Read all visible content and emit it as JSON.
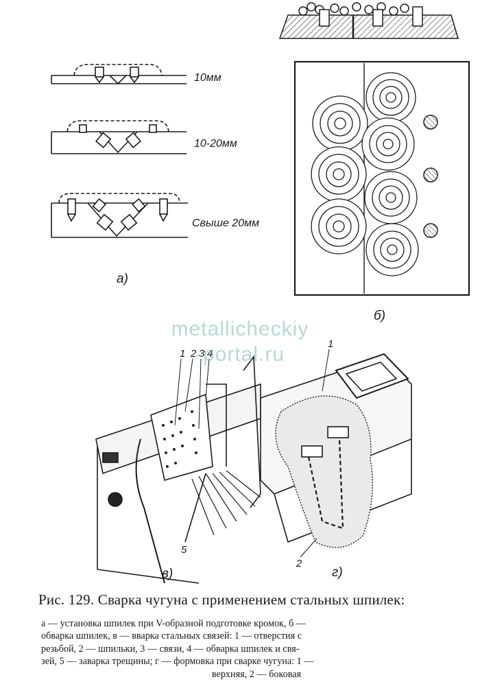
{
  "figure": {
    "thickness_labels": [
      "10мм",
      "10-20мм",
      "Свыше 20мм"
    ],
    "panel_labels": {
      "a": "а)",
      "b": "б)",
      "c": "в)",
      "d": "г)"
    },
    "callouts_c": [
      "1",
      "2",
      "3",
      "4",
      "5"
    ],
    "callouts_d": [
      "1",
      "2"
    ]
  },
  "watermark": [
    "metallicheckiy",
    "-portal.ru"
  ],
  "caption": {
    "title": "Рис. 129. Сварка чугуна с применением стальных шпилек:",
    "lines": [
      "а — установка шпилек при V-образной подготовке кромок, б —",
      "обварка шпилек, в — вварка стальных связей: 1 — отверстия с",
      "резьбой, 2 — шпильки, 3 — связи, 4 — обварка шпилек и свя-",
      "зей, 5 — заварка трещины; г — формовка при сварке чугуна: 1 —",
      "верхняя, 2 — боковая"
    ]
  }
}
